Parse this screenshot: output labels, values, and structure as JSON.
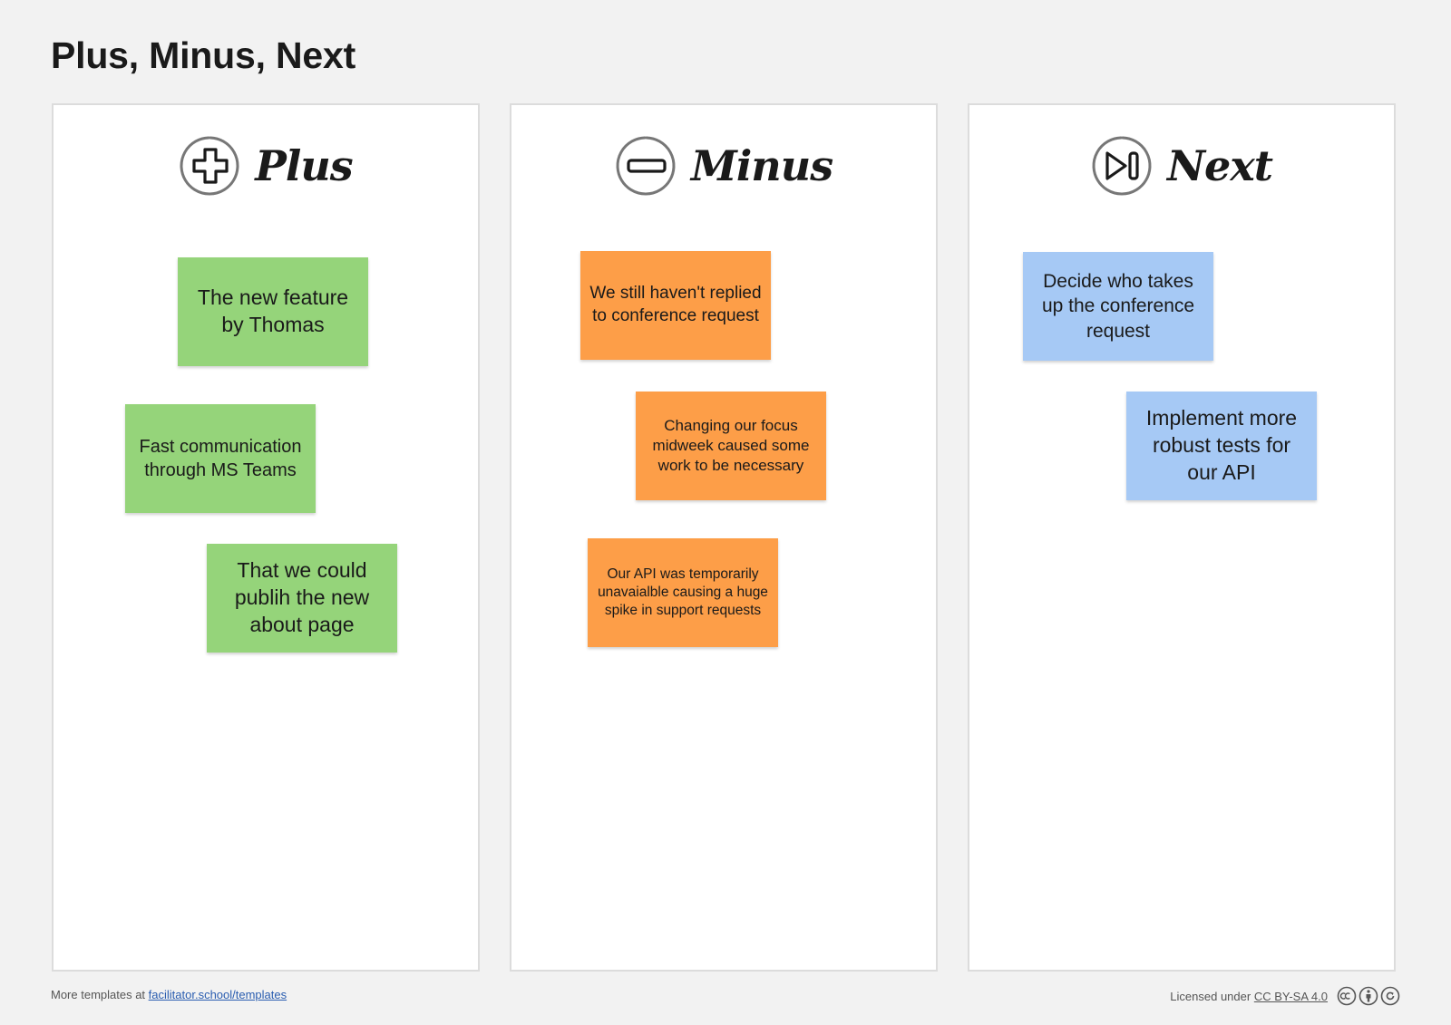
{
  "board": {
    "title": "Plus, Minus, Next"
  },
  "columns": {
    "plus": {
      "title": "Plus",
      "icon": "plus-circle-icon",
      "notes": [
        "The new feature by Thomas",
        "Fast communication through MS Teams",
        "That we could publih the new about page"
      ]
    },
    "minus": {
      "title": "Minus",
      "icon": "minus-circle-icon",
      "notes": [
        "We still haven't replied to conference request",
        "Changing our focus midweek caused some work to be necessary",
        "Our API was temporarily unavaialble causing a huge spike in support requests"
      ]
    },
    "next": {
      "title": "Next",
      "icon": "skip-next-circle-icon",
      "notes": [
        "Decide who takes up the conference request",
        "Implement more robust tests for our API"
      ]
    }
  },
  "colors": {
    "plus_note": "#95d47a",
    "minus_note": "#fd9e48",
    "next_note": "#a6c9f5",
    "link": "#2a5db0"
  },
  "footer": {
    "more_text": "More templates at ",
    "more_link": "facilitator.school/templates",
    "license_text": "Licensed under ",
    "license_link": "CC BY-SA 4.0",
    "license_icons": [
      "cc-icon",
      "by-icon",
      "sa-icon"
    ]
  }
}
